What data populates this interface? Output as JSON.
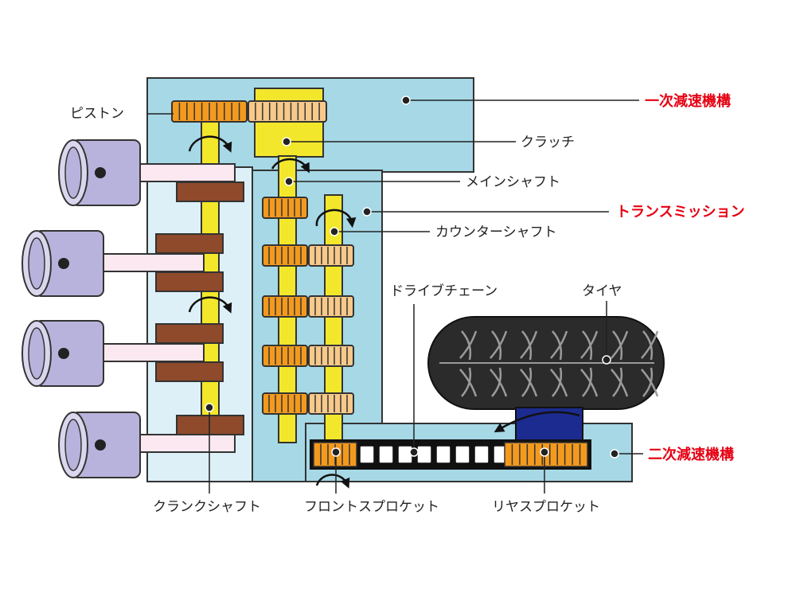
{
  "labels": {
    "piston": "ピストン",
    "clutch": "クラッチ",
    "main_shaft": "メインシャフト",
    "counter_shaft": "カウンターシャフト",
    "drive_chain": "ドライブチェーン",
    "tire": "タイヤ",
    "crankshaft": "クランクシャフト",
    "front_sprocket": "フロントスプロケット",
    "rear_sprocket": "リヤスプロケット"
  },
  "sections": {
    "primary_reduction": "一次減速機構",
    "transmission": "トランスミッション",
    "secondary_reduction": "二次減速機構"
  },
  "colors": {
    "housing": "#a6d8e6",
    "housing_light": "#ddf0f8",
    "shaft_yellow": "#f3e72c",
    "gear_orange": "#f39a1e",
    "gear_light": "#f7c98a",
    "crank_brown": "#8e4a2a",
    "piston_purple": "#b8b3dc",
    "rod_pink": "#fbe8f0",
    "tire_dark": "#2b2b2b",
    "hub_blue": "#1c2b8f",
    "section_red": "#e60012",
    "label_gray": "#222222"
  }
}
